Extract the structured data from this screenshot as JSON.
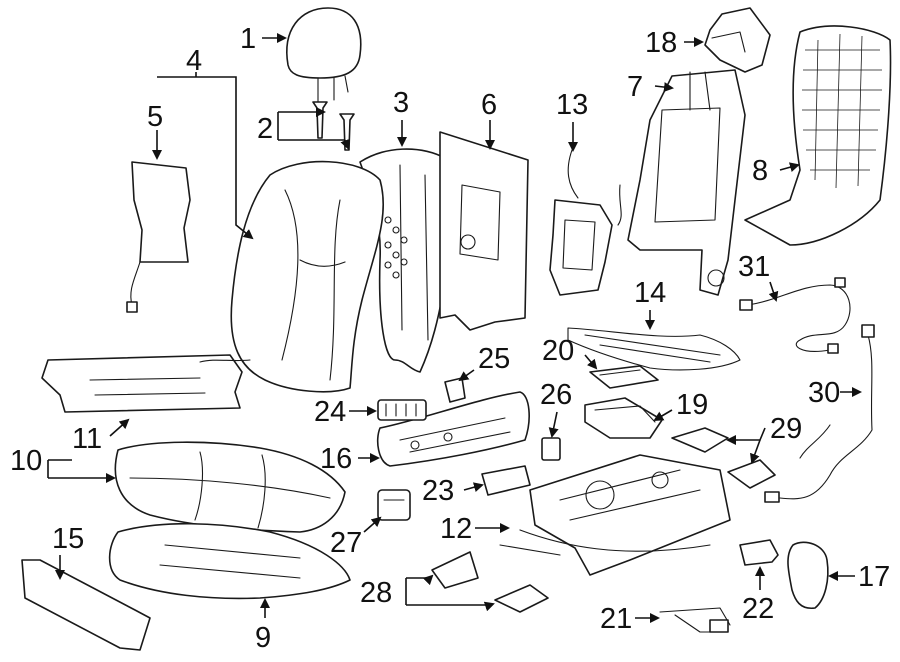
{
  "colors": {
    "line": "#1a1a1a",
    "background": "#ffffff"
  },
  "callouts": [
    {
      "id": "1",
      "label": "1"
    },
    {
      "id": "2",
      "label": "2"
    },
    {
      "id": "3",
      "label": "3"
    },
    {
      "id": "4",
      "label": "4"
    },
    {
      "id": "5",
      "label": "5"
    },
    {
      "id": "6",
      "label": "6"
    },
    {
      "id": "7",
      "label": "7"
    },
    {
      "id": "8",
      "label": "8"
    },
    {
      "id": "9",
      "label": "9"
    },
    {
      "id": "10",
      "label": "10"
    },
    {
      "id": "11",
      "label": "11"
    },
    {
      "id": "12",
      "label": "12"
    },
    {
      "id": "13",
      "label": "13"
    },
    {
      "id": "14",
      "label": "14"
    },
    {
      "id": "15",
      "label": "15"
    },
    {
      "id": "16",
      "label": "16"
    },
    {
      "id": "17",
      "label": "17"
    },
    {
      "id": "18",
      "label": "18"
    },
    {
      "id": "19",
      "label": "19"
    },
    {
      "id": "20",
      "label": "20"
    },
    {
      "id": "21",
      "label": "21"
    },
    {
      "id": "22",
      "label": "22"
    },
    {
      "id": "23",
      "label": "23"
    },
    {
      "id": "24",
      "label": "24"
    },
    {
      "id": "25",
      "label": "25"
    },
    {
      "id": "26",
      "label": "26"
    },
    {
      "id": "27",
      "label": "27"
    },
    {
      "id": "28",
      "label": "28"
    },
    {
      "id": "29",
      "label": "29"
    },
    {
      "id": "30",
      "label": "30"
    },
    {
      "id": "31",
      "label": "31"
    }
  ]
}
